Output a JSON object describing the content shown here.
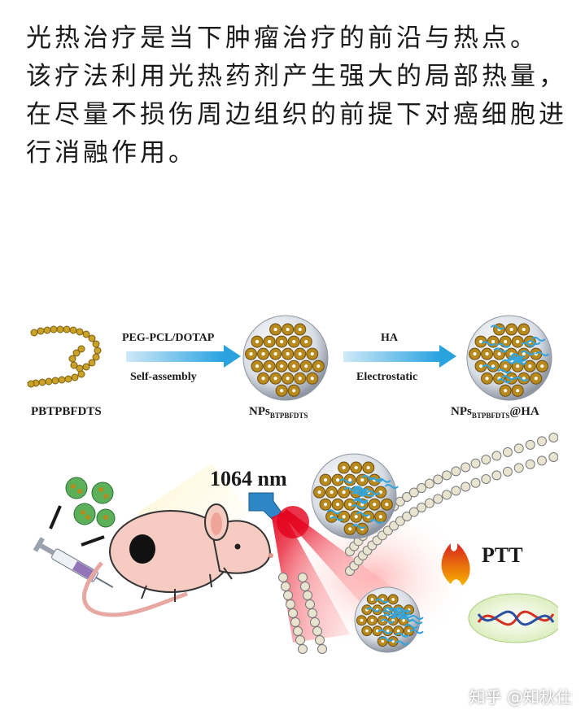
{
  "intro": {
    "line1": "光热治疗是当下肿瘤治疗的前沿与热点。",
    "line2": "该疗法利用光热药剂产生强大的局部热量，在尽量不损伤周边组织的前提下对癌细胞进行消融作用。"
  },
  "figure": {
    "polymer_label": "PBTPBFDTS",
    "step1_top": "PEG-PCL/DOTAP",
    "step1_bottom": "Self-assembly",
    "np_label_main": "NPs",
    "np_label_sub": "BTPBFDTS",
    "step2_top": "HA",
    "step2_bottom": "Electrostatic",
    "np_ha_label_main": "NPs",
    "np_ha_label_sub": "BTPBFDTS",
    "np_ha_label_suffix": "@HA",
    "laser_label": "1064 nm",
    "ptt_label": "PTT"
  },
  "watermark": "知乎 @知秋仕"
}
